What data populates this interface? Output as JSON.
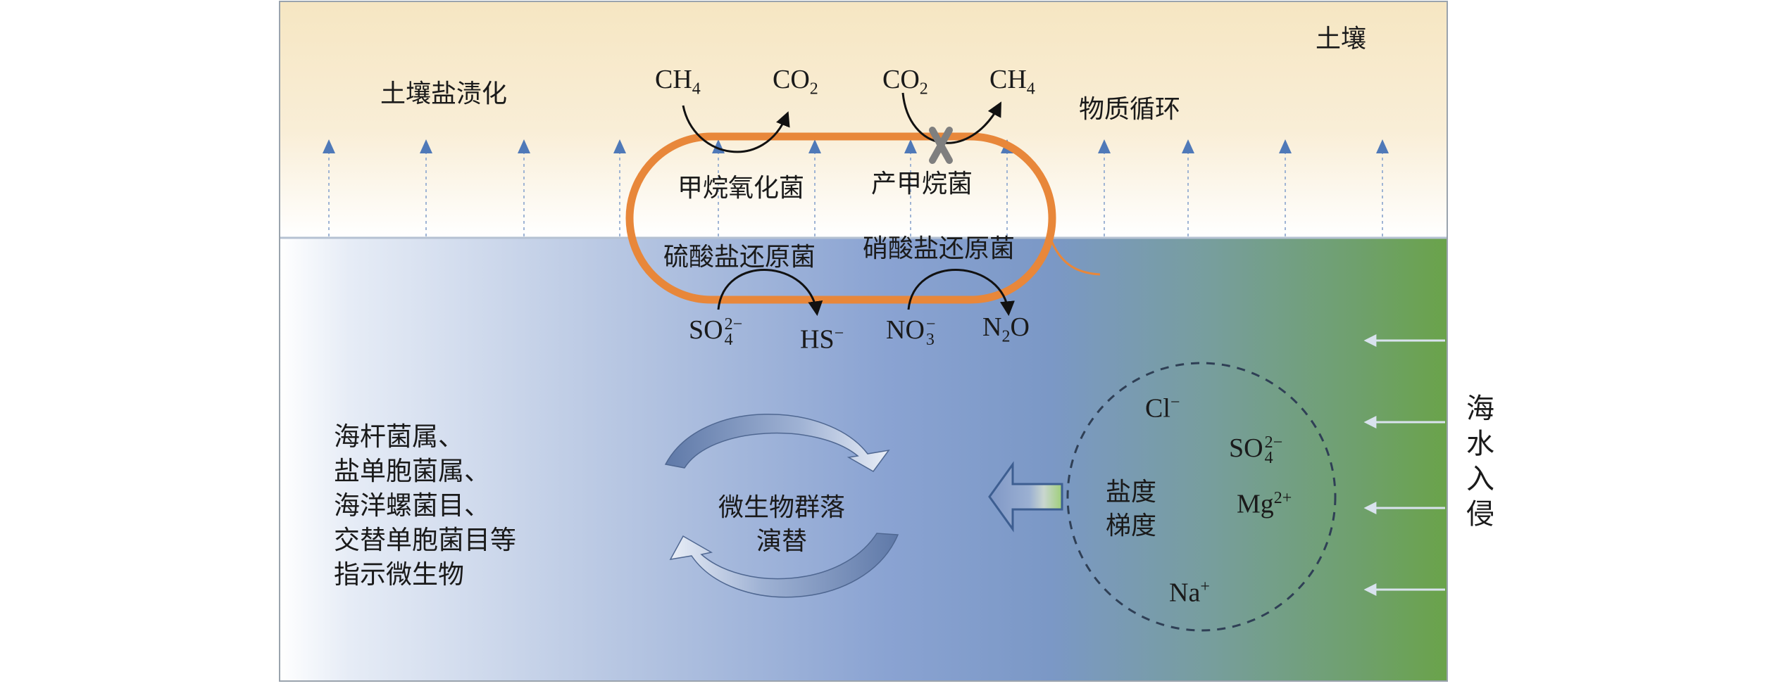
{
  "soil": {
    "layer": "土壤",
    "salinization": "土壤盐渍化",
    "cycling": "物质循环"
  },
  "microbes": {
    "methanotroph": "甲烷氧化菌",
    "methanogen": "产甲烷菌",
    "sulfate_reducer": "硫酸盐还原菌",
    "nitrate_reducer": "硝酸盐还原菌"
  },
  "chemistry": {
    "left_ch4": "CH",
    "left_ch4_sub": "4",
    "left_co2": "CO",
    "left_co2_sub": "2",
    "right_co2": "CO",
    "right_co2_sub": "2",
    "right_ch4": "CH",
    "right_ch4_sub": "4",
    "so4": "SO",
    "so4_sub": "4",
    "so4_sup": "2−",
    "hs": "HS",
    "hs_sup": "−",
    "no3": "NO",
    "no3_sub": "3",
    "no3_sup": "−",
    "n2o_a": "N",
    "n2o_sub": "2",
    "n2o_b": "O"
  },
  "ions": {
    "cl": "Cl",
    "cl_sup": "−",
    "so4": "SO",
    "so4_sub": "4",
    "so4_sup": "2−",
    "mg": "Mg",
    "mg_sup": "2+",
    "na": "Na",
    "na_sup": "+"
  },
  "gradient": {
    "line1": "盐度",
    "line2": "梯度"
  },
  "succession": {
    "line1": "微生物群落",
    "line2": "演替"
  },
  "indicators": {
    "line1": "海杆菌属、",
    "line2": "盐单胞菌属、",
    "line3": "海洋螺菌目、",
    "line4": "交替单胞菌目等",
    "line5": "指示微生物"
  },
  "seawater": {
    "c1": "海",
    "c2": "水",
    "c3": "入",
    "c4": "侵"
  },
  "colors": {
    "soil_top": "#f6e7c4",
    "water_blue": "#7f9bcd",
    "sea_green": "#6ea450",
    "cell_orange": "#e8873a",
    "arrow_blue": "#4f79b8"
  }
}
